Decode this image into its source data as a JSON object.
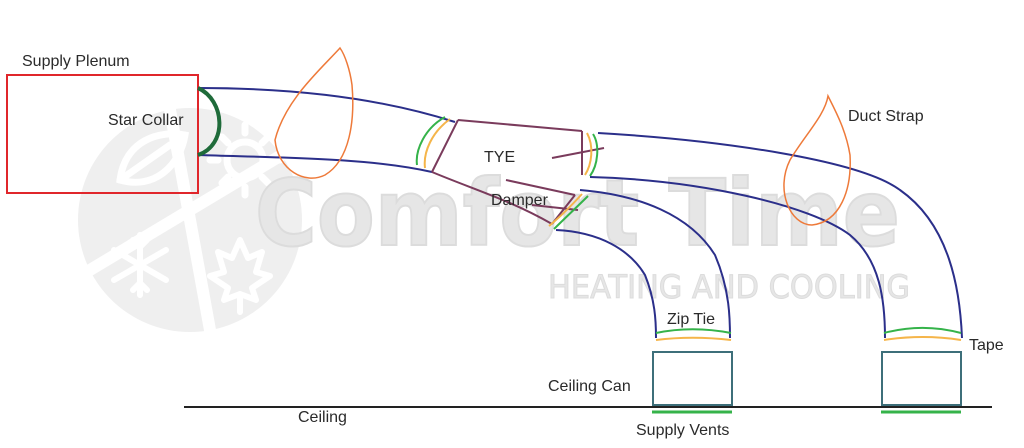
{
  "watermark": {
    "brand": "Comfort Time",
    "tagline": "HEATING AND COOLING",
    "icons": [
      "leaf-icon",
      "sun-icon",
      "snowflake-icon",
      "maple-leaf-icon"
    ]
  },
  "labels": {
    "supply_plenum": "Supply Plenum",
    "star_collar": "Star Collar",
    "tye": "TYE",
    "damper": "Damper",
    "duct_strap": "Duct Strap",
    "zip_tie": "Zip Tie",
    "tape": "Tape",
    "ceiling_can": "Ceiling Can",
    "ceiling": "Ceiling",
    "supply_vents": "Supply Vents"
  },
  "colors": {
    "plenum": "#e0262b",
    "collar": "#1f6b3a",
    "duct": "#2b2f8a",
    "tye": "#7a3b5c",
    "strap": "#ee7a3a",
    "tie_green": "#35b34a",
    "tape_orange": "#f5b54a",
    "can": "#3d6f7a",
    "ceiling": "#222222",
    "watermark": "#e4e4e4",
    "text": "#2a2a2a"
  }
}
